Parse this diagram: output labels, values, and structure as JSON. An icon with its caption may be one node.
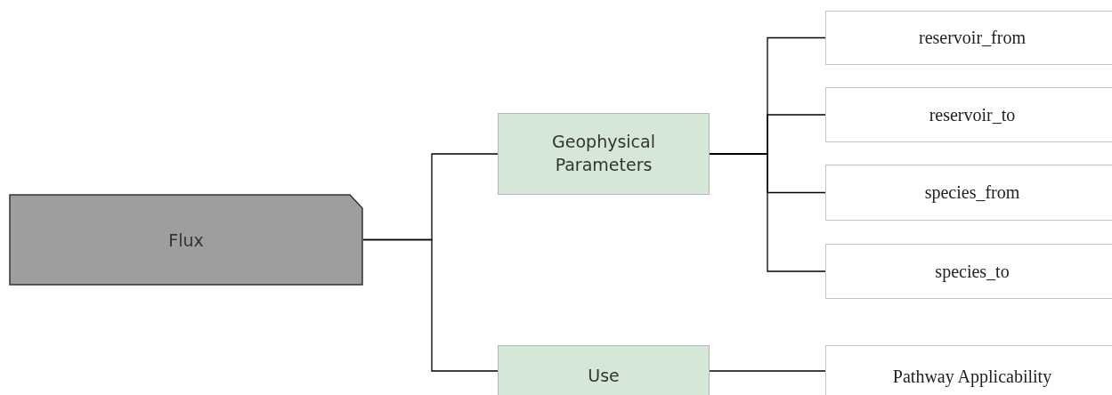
{
  "diagram": {
    "nodes": [
      {
        "text": [
          "Flux"
        ]
      },
      {
        "text": [
          "Geophysical Parameters"
        ]
      },
      {
        "text": [
          "reservoir_from"
        ]
      },
      {
        "text": [
          "reservoir_to"
        ]
      },
      {
        "text": [
          "species_from"
        ]
      },
      {
        "text": [
          "species_to"
        ]
      },
      {
        "text": [
          "Use"
        ]
      },
      {
        "text": [
          "Pathway Applicability"
        ]
      }
    ],
    "edges": [
      {
        "from": 0,
        "to": 1,
        "arrow": "none"
      },
      {
        "from": 0,
        "to": 6,
        "arrow": "none"
      },
      {
        "from": 1,
        "to": 2,
        "arrow": "none"
      },
      {
        "from": 1,
        "to": 3,
        "arrow": "none"
      },
      {
        "from": 1,
        "to": 4,
        "arrow": "none"
      },
      {
        "from": 1,
        "to": 5,
        "arrow": "none"
      },
      {
        "from": 6,
        "to": 7,
        "arrow": "none"
      }
    ]
  }
}
